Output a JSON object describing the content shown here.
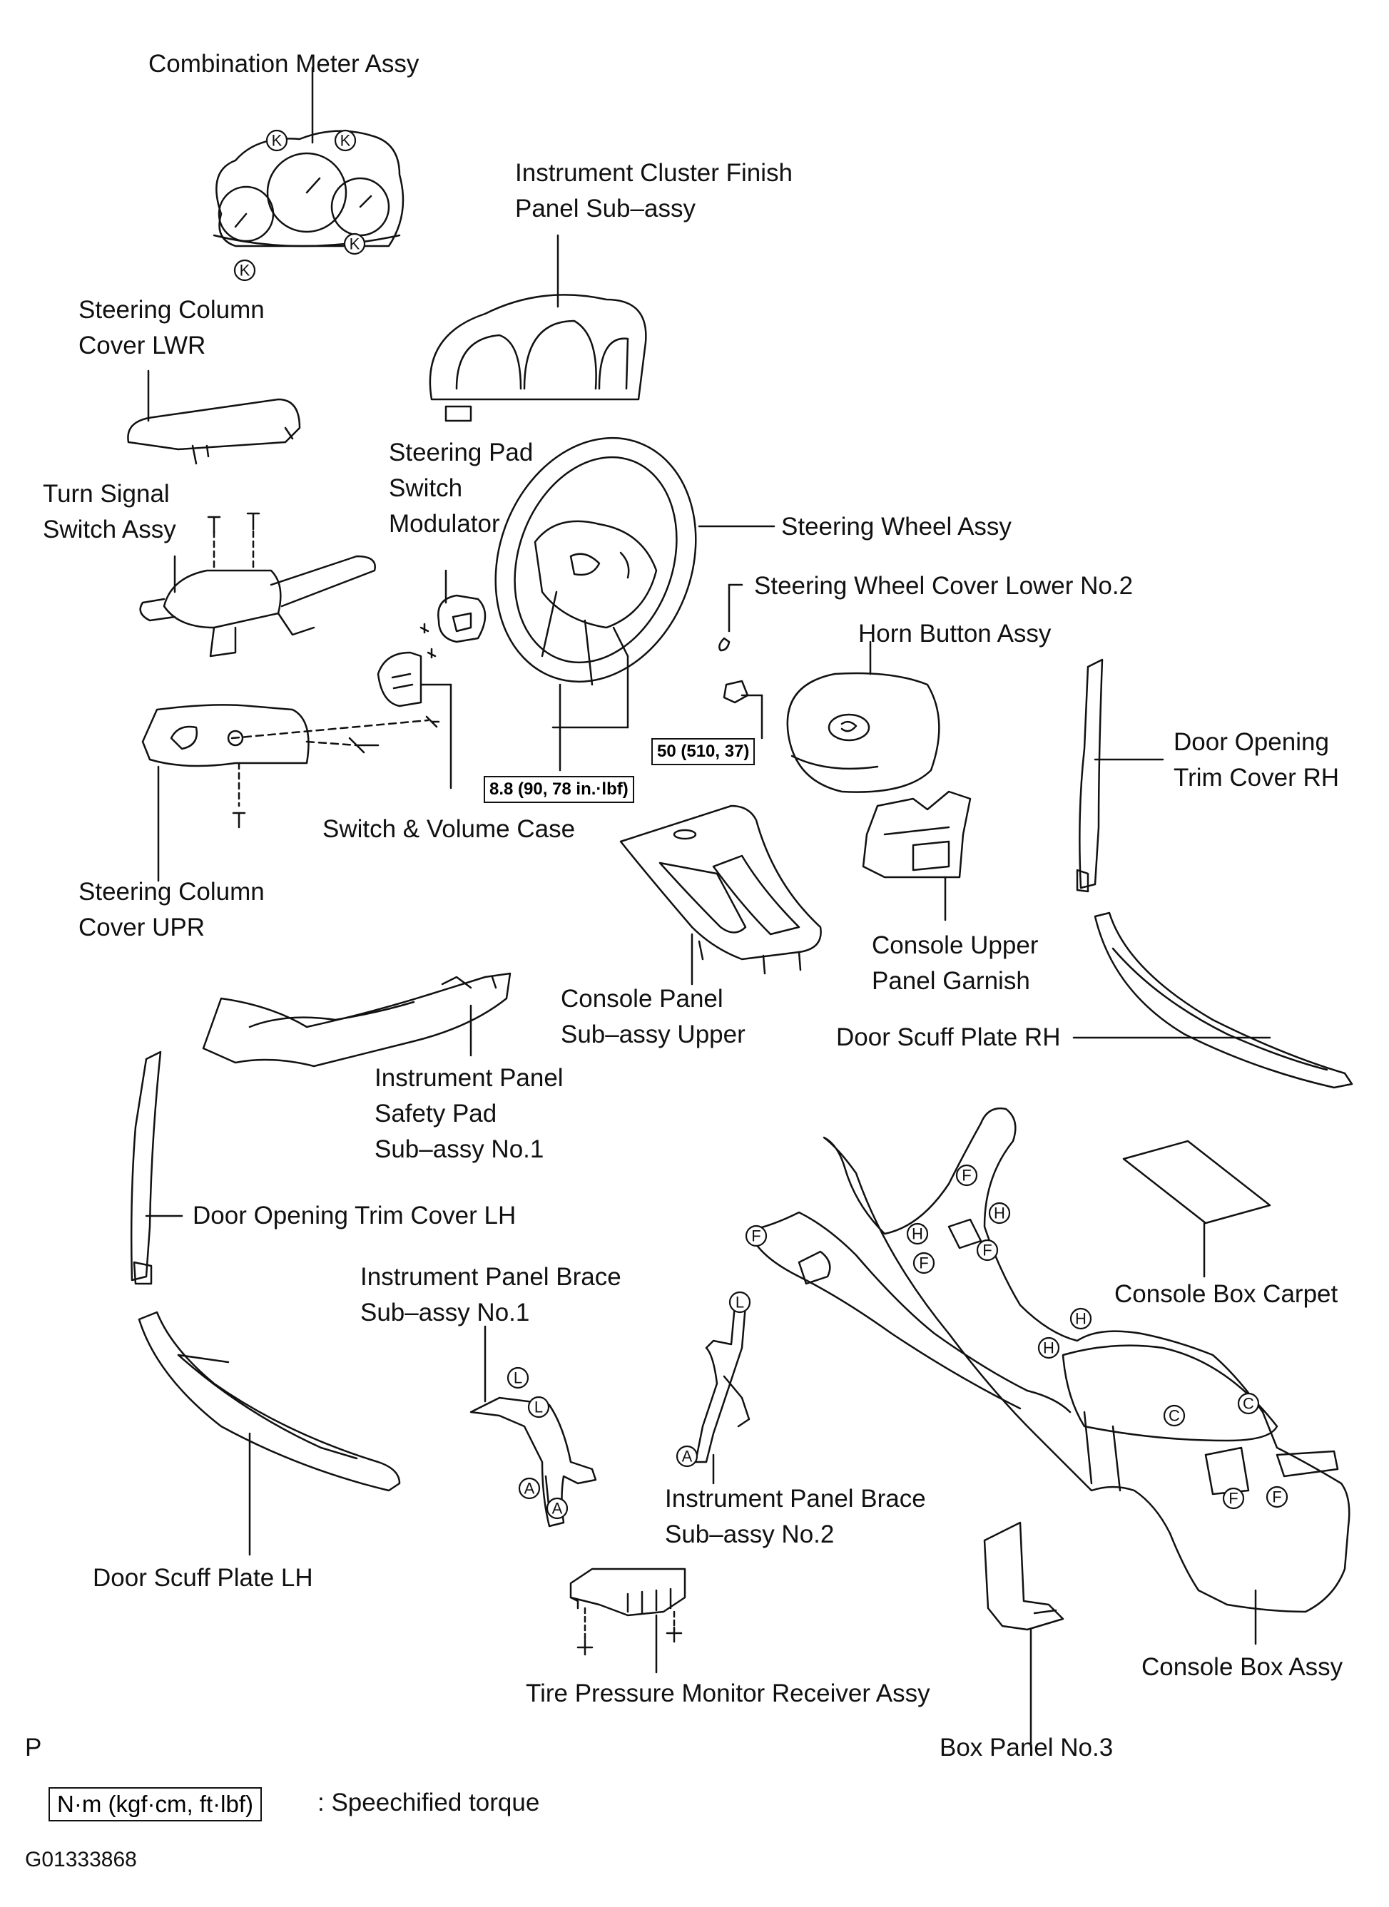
{
  "labels": {
    "combination_meter": "Combination Meter Assy",
    "cluster_finish_1": "Instrument  Cluster  Finish",
    "cluster_finish_2": "Panel Sub–assy",
    "col_cover_lwr_1": "Steering Column",
    "col_cover_lwr_2": "Cover LWR",
    "steering_pad_1": "Steering Pad",
    "steering_pad_2": "Switch",
    "steering_pad_3": "Modulator",
    "turn_signal_1": "Turn Signal",
    "turn_signal_2": "Switch Assy",
    "steering_wheel": "Steering Wheel Assy",
    "wheel_cover_lower": "Steering Wheel Cover Lower No.2",
    "horn_button": "Horn Button Assy",
    "door_trim_rh_1": "Door Opening",
    "door_trim_rh_2": "Trim Cover RH",
    "switch_volume_case": "Switch & Volume Case",
    "col_cover_upr_1": "Steering Column",
    "col_cover_upr_2": "Cover UPR",
    "console_upper_garnish_1": "Console Upper",
    "console_upper_garnish_2": "Panel Garnish",
    "console_panel_upper_1": "Console Panel",
    "console_panel_upper_2": "Sub–assy Upper",
    "door_scuff_rh": "Door Scuff Plate RH",
    "safety_pad_1": "Instrument Panel",
    "safety_pad_2": "Safety Pad",
    "safety_pad_3": "Sub–assy No.1",
    "door_trim_lh": "Door Opening Trim Cover LH",
    "brace_no1_1": "Instrument Panel Brace",
    "brace_no1_2": "Sub–assy No.1",
    "console_box_carpet": "Console Box Carpet",
    "brace_no2_1": "Instrument Panel Brace",
    "brace_no2_2": "Sub–assy No.2",
    "door_scuff_lh": "Door Scuff Plate LH",
    "console_box_assy": "Console Box Assy",
    "tire_pressure": "Tire Pressure Monitor Receiver Assy",
    "box_panel_no3": "Box Panel No.3",
    "page_letter": "P"
  },
  "torques": {
    "wheel_nut": "50 (510, 37)",
    "pad_screws": "8.8 (90, 78 in.·lbf)"
  },
  "legend": {
    "unit_box": "N·m (kgf·cm, ft·lbf)",
    "description": ": Speechified torque"
  },
  "figure_id": "G01333868",
  "markers": {
    "k": "K",
    "f": "F",
    "h": "H",
    "c": "C",
    "l": "L",
    "a": "A"
  },
  "colors": {
    "ink": "#111111",
    "paper": "#ffffff"
  }
}
